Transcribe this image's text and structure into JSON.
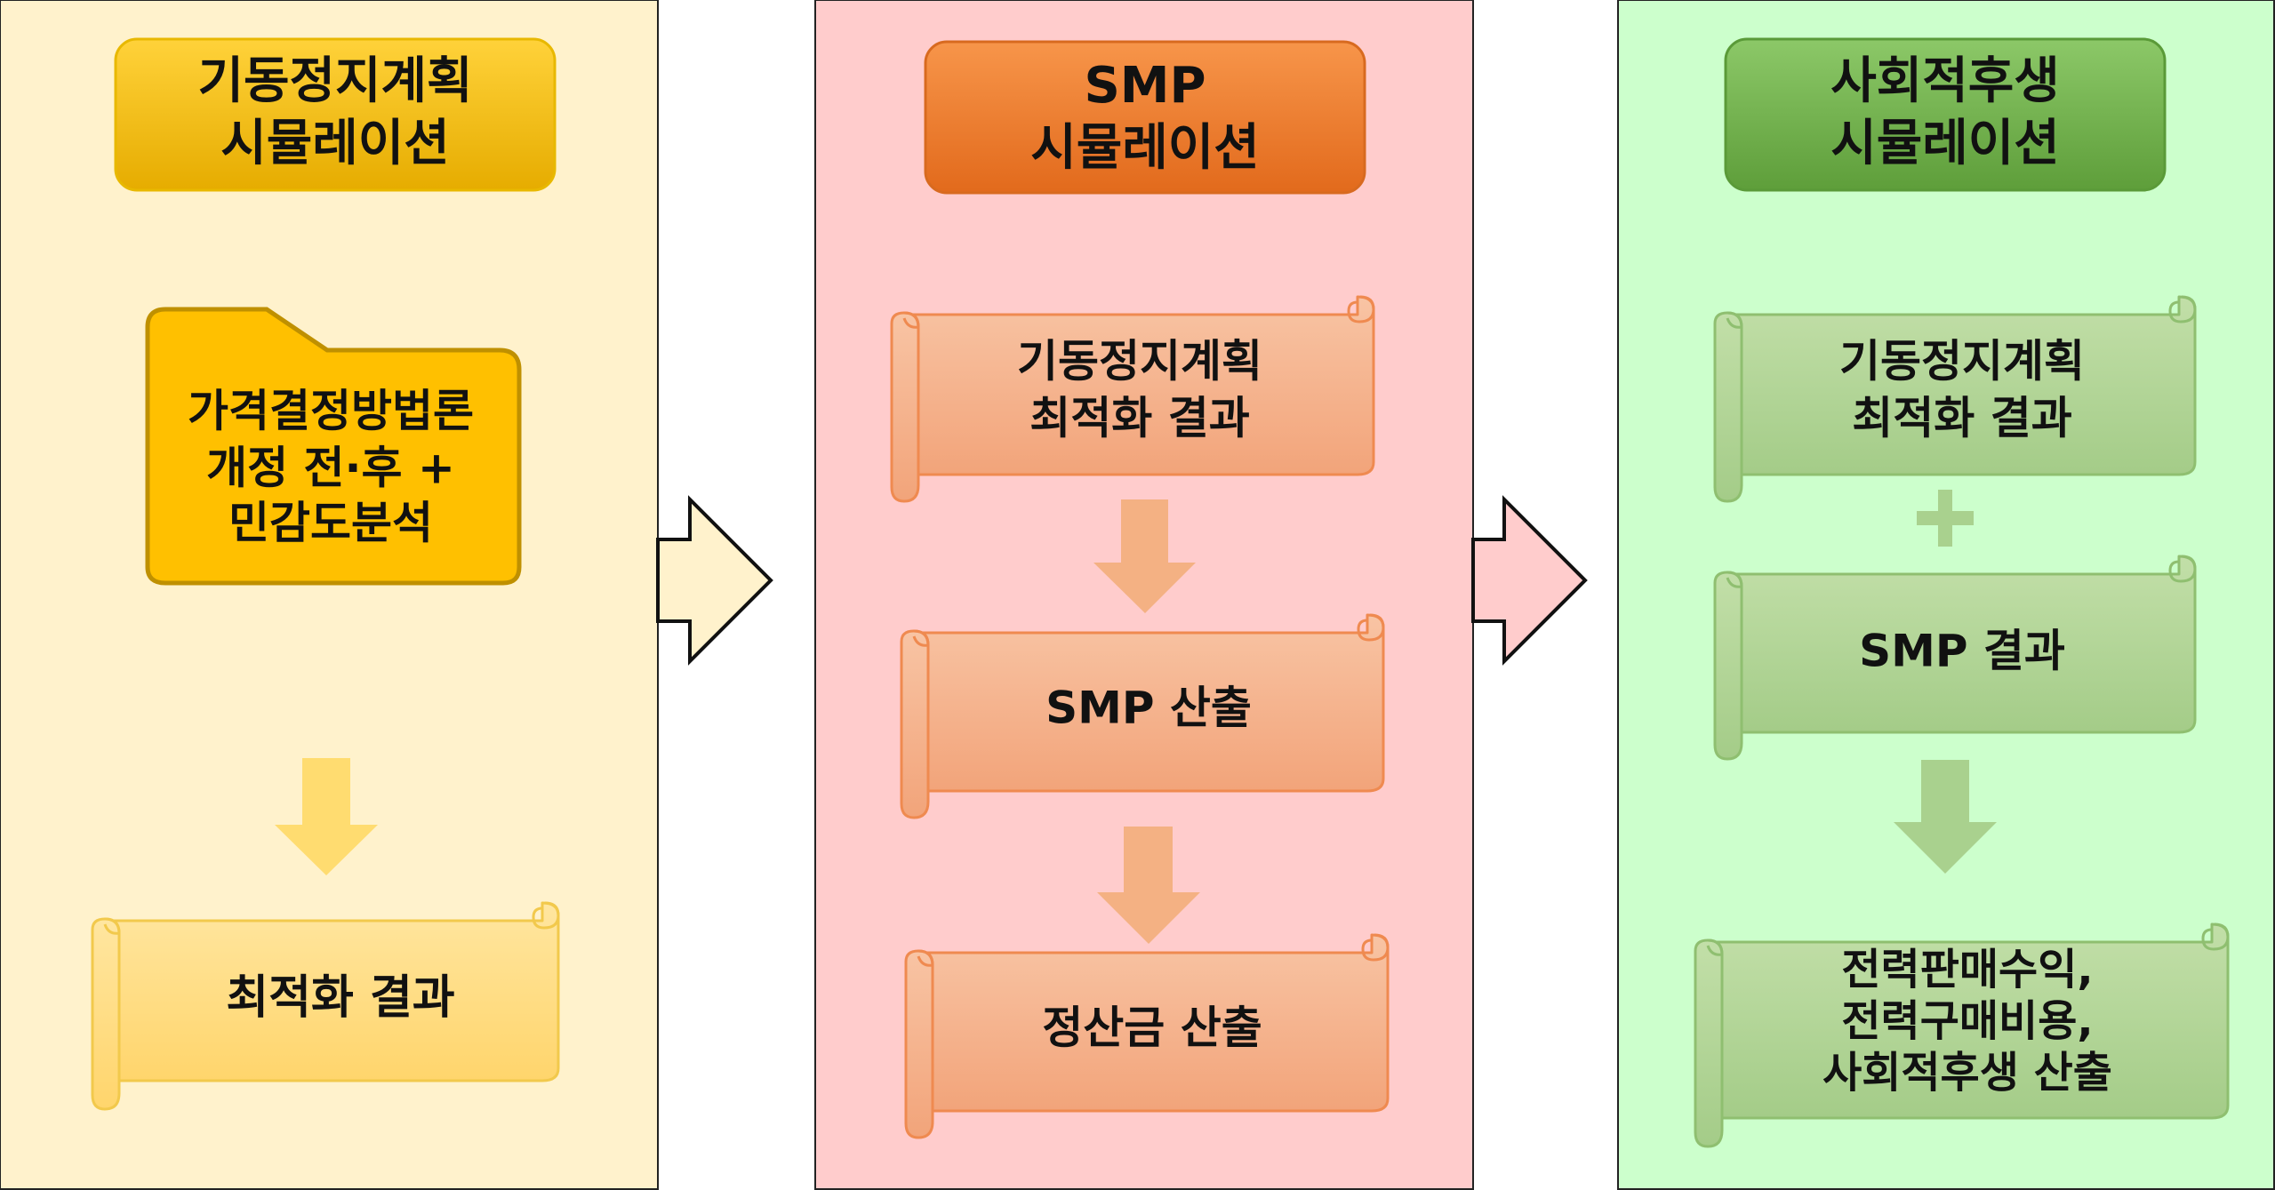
{
  "colors": {
    "panel1": "#fff2cc",
    "panel2": "#ffcccc",
    "panel3": "#ccffcc",
    "gold": "#ffc000",
    "orange": "#ed7d31",
    "green": "#70ad47",
    "salmon": "#f4b183",
    "paleGold": "#ffd966",
    "paleGreen": "#a9d18e"
  },
  "panels": {
    "p1": {
      "header": [
        "기동정지계획",
        "시뮬레이션"
      ],
      "doc": [
        "가격결정방법론",
        "개정 전·후 +",
        "민감도분석"
      ],
      "result": [
        "최적화 결과"
      ]
    },
    "p2": {
      "header": [
        "SMP",
        "시뮬레이션"
      ],
      "step1": [
        "기동정지계획",
        "최적화 결과"
      ],
      "step2": [
        "SMP 산출"
      ],
      "step3": [
        "정산금 산출"
      ]
    },
    "p3": {
      "header": [
        "사회적후생",
        "시뮬레이션"
      ],
      "step1": [
        "기동정지계획",
        "최적화 결과"
      ],
      "step2": [
        "SMP 결과"
      ],
      "step3": [
        "전력판매수익,",
        "전력구매비용,",
        "사회적후생 산출"
      ]
    }
  }
}
